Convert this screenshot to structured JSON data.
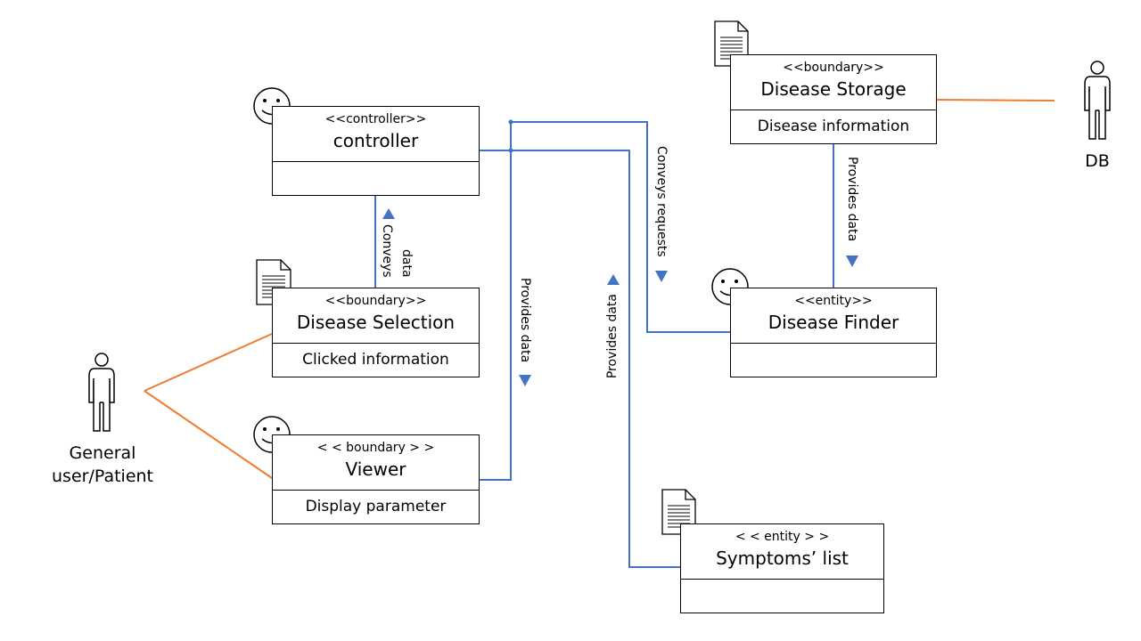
{
  "classes": {
    "controller": {
      "stereotype": "<<controller>>",
      "name": "controller",
      "attribute": ""
    },
    "disease_selection": {
      "stereotype": "<<boundary>>",
      "name": "Disease Selection",
      "attribute": "Clicked information"
    },
    "viewer": {
      "stereotype": "< < boundary > >",
      "name": "Viewer",
      "attribute": "Display  parameter"
    },
    "disease_storage": {
      "stereotype": "<<boundary>>",
      "name": "Disease Storage",
      "attribute": "Disease information"
    },
    "disease_finder": {
      "stereotype": "<<entity>>",
      "name": "Disease Finder",
      "attribute": ""
    },
    "symptoms_list": {
      "stereotype": "< < entity > >",
      "name": "Symptoms’ list",
      "attribute": ""
    }
  },
  "actors": {
    "general_user": {
      "label_line1": "General",
      "label_line2": "user/Patient"
    },
    "db": {
      "label": "DB"
    }
  },
  "connector_labels": {
    "conveys_data_1": "Conveys",
    "conveys_data_2": "data",
    "provides_data_viewer": "Provides data",
    "provides_data_symptoms": "Provides data",
    "conveys_requests": "Conveys requests",
    "provides_data_storage": "Provides data"
  },
  "colors": {
    "blue_line": "#4472c4",
    "orange_line": "#ed7d31",
    "outline": "#000000"
  }
}
